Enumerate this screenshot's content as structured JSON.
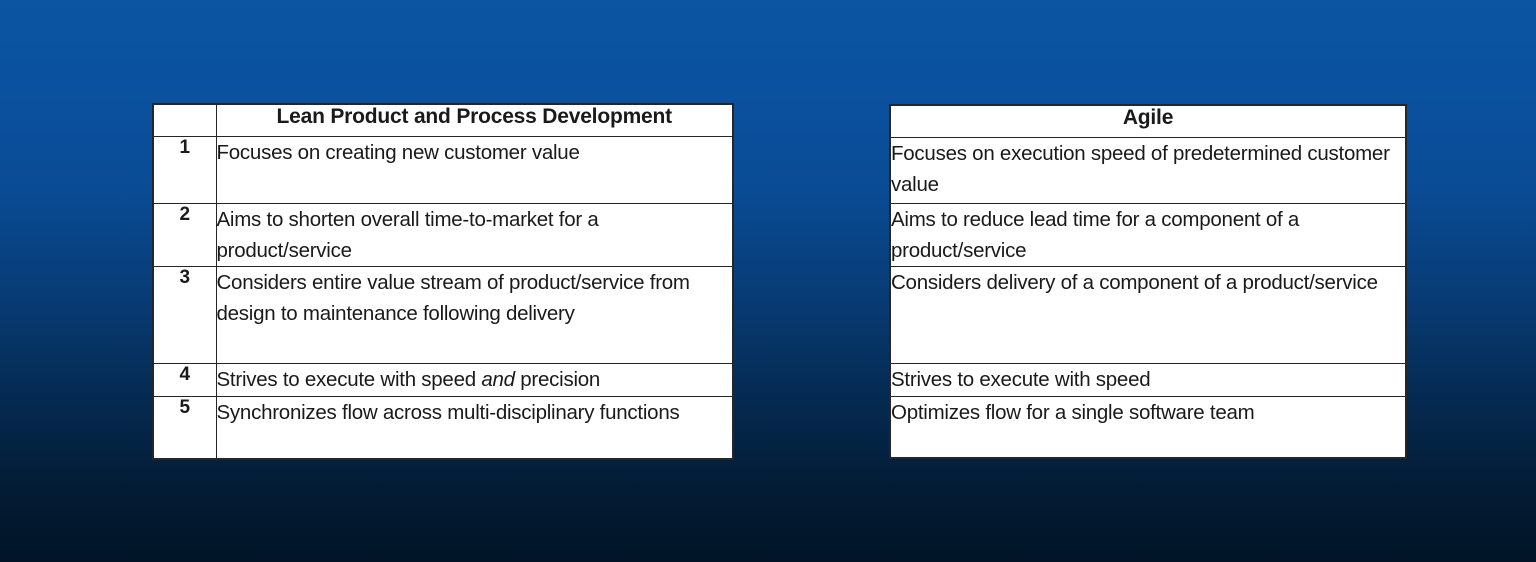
{
  "slide": {
    "background_top_color": "#0b55a2",
    "background_bottom_color": "#011427",
    "border_color": "#262626",
    "text_color": "#1a1a1a"
  },
  "tables": {
    "left": {
      "name": "lean-product-and-process-development-table",
      "number_column_header": "",
      "header": "Lean Product and Process Development",
      "rows": [
        {
          "num": "1",
          "text": "Focuses on creating new customer value"
        },
        {
          "num": "2",
          "text": "Aims to shorten overall time-to-market for a product/service"
        },
        {
          "num": "3",
          "text": "Considers entire value stream of product/service from design to maintenance following delivery"
        },
        {
          "num": "4",
          "text_before": "Strives to execute with speed ",
          "text_italic": "and",
          "text_after": " precision"
        },
        {
          "num": "5",
          "text": "Synchronizes flow across multi-disciplinary functions"
        }
      ]
    },
    "right": {
      "name": "agile-table",
      "header": "Agile",
      "rows": [
        {
          "text": "Focuses on execution speed of predetermined customer value"
        },
        {
          "text": "Aims to reduce lead time for a component of a product/service"
        },
        {
          "text": "Considers delivery of a component of a product/service"
        },
        {
          "text": "Strives to execute with speed"
        },
        {
          "text": "Optimizes flow for a single software team"
        }
      ]
    }
  }
}
